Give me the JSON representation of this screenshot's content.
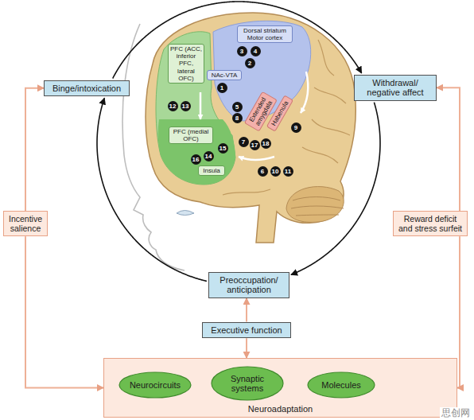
{
  "diagram": {
    "nodes": [
      {
        "text": [
          "Binge/intoxication"
        ]
      },
      {
        "text": [
          "PFC (ACC, inferior PFC, lateral OFC)"
        ]
      },
      {
        "text": [
          "Dorsal striatum Motor cortex"
        ]
      },
      {
        "text": [
          "NAc-VTA"
        ]
      },
      {
        "text": [
          "Withdrawal/ negative affect"
        ]
      },
      {
        "text": [
          "Habenula"
        ]
      },
      {
        "text": [
          "Extended amygdala"
        ]
      },
      {
        "text": [
          "PFC (medial OFC)"
        ]
      },
      {
        "text": [
          "Insula"
        ]
      },
      {
        "text": [
          "Incentive salience"
        ]
      },
      {
        "text": [
          "Reward deficit and stress surfeit"
        ]
      },
      {
        "text": [
          "Preoccupation/ anticipation"
        ]
      },
      {
        "text": [
          "Executive function"
        ]
      },
      {
        "text": [
          "Neuroadaptation"
        ]
      },
      {
        "text": [
          "Neurocircuits"
        ],
        "in": 13
      },
      {
        "text": [
          "Synaptic systems"
        ],
        "in": 13
      },
      {
        "text": [
          "Molecules"
        ],
        "in": 13
      }
    ],
    "edges": [
      {
        "from": 0,
        "to": 4,
        "arrow": "to"
      },
      {
        "from": 4,
        "to": 11,
        "arrow": "to"
      },
      {
        "from": 11,
        "to": 0,
        "arrow": "to"
      },
      {
        "from": 9,
        "to": 0,
        "arrow": "to"
      },
      {
        "from": 9,
        "to": 13,
        "arrow": "to"
      },
      {
        "from": 10,
        "to": 4,
        "arrow": "to"
      },
      {
        "from": 10,
        "to": 13,
        "arrow": "to"
      },
      {
        "from": 12,
        "to": 11,
        "arrow": "to"
      },
      {
        "from": 12,
        "to": 13,
        "arrow": "to"
      },
      {
        "from": 14,
        "to": 15,
        "arrow": "both"
      },
      {
        "from": 15,
        "to": 16,
        "arrow": "both"
      }
    ],
    "labels": [
      "3",
      "4",
      "2",
      "1",
      "12",
      "13",
      "5",
      "8",
      "9",
      "7",
      "17",
      "18",
      "15",
      "14",
      "16",
      "6",
      "10",
      "11",
      "思创网"
    ]
  }
}
